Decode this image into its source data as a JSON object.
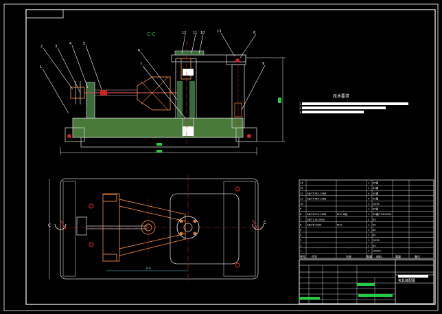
{
  "view": {
    "section_label": "C-C",
    "side_label": "C",
    "balloons": [
      "1",
      "2",
      "3",
      "4",
      "5",
      "6",
      "7",
      "8",
      "9",
      "10",
      "11",
      "12",
      "13"
    ],
    "dimension_bottom": "318"
  },
  "tech_requirements": {
    "title": "技术要求",
    "items": [
      "1.",
      "2.",
      "3."
    ]
  },
  "parts_list": {
    "rows": [
      {
        "no": "14",
        "code": "",
        "name": "",
        "qty": "1",
        "material": "45钢"
      },
      {
        "no": "13",
        "code": "",
        "name": "",
        "qty": "1",
        "material": "45钢"
      },
      {
        "no": "12",
        "code": "GB/T5782-1986",
        "name": "",
        "qty": "4",
        "material": "45钢"
      },
      {
        "no": "11",
        "code": "GB/T5782-1986",
        "name": "",
        "qty": "4",
        "material": "45钢"
      },
      {
        "no": "10",
        "code": "",
        "name": "",
        "qty": "1",
        "material": "Q235"
      },
      {
        "no": "9",
        "code": "",
        "name": "",
        "qty": "1",
        "material": "45钢"
      },
      {
        "no": "8",
        "code": "GB/T6170-1986",
        "name": "M10 A级",
        "qty": "1",
        "material": "45钢(T235HRC)"
      },
      {
        "no": "7",
        "code": "GB/T119-2000",
        "name": "",
        "qty": "2",
        "material": "45"
      },
      {
        "no": "6",
        "code": "GB/T6-2000",
        "name": "M10",
        "qty": "1",
        "material": "45"
      },
      {
        "no": "5",
        "code": "",
        "name": "",
        "qty": "1",
        "material": "45"
      },
      {
        "no": "4",
        "code": "",
        "name": "",
        "qty": "1",
        "material": "45"
      },
      {
        "no": "3",
        "code": "",
        "name": "",
        "qty": "1",
        "material": "Q235"
      },
      {
        "no": "2",
        "code": "",
        "name": "",
        "qty": "1",
        "material": "45"
      },
      {
        "no": "1",
        "code": "",
        "name": "",
        "qty": "1",
        "material": "HT200"
      }
    ],
    "header": {
      "no": "序号",
      "code": "代号",
      "name": "名称",
      "qty": "数量",
      "material": "材料",
      "weight": "重量",
      "note": "备注"
    }
  },
  "title_block": {
    "drawing_name": "夹具装配图"
  }
}
